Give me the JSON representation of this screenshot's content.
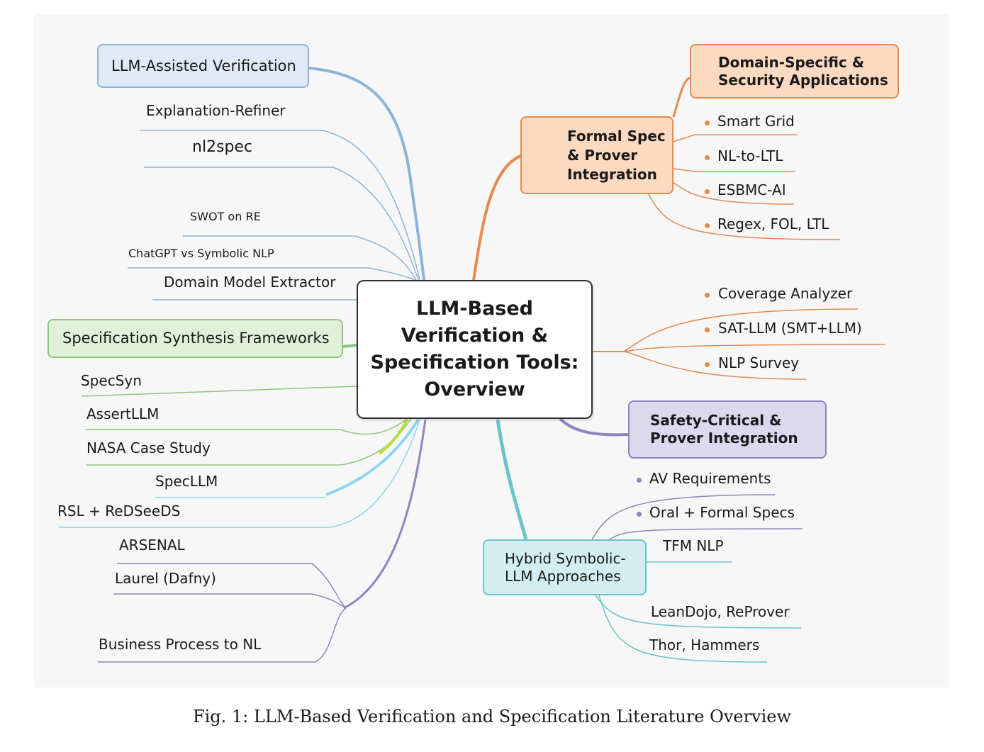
{
  "center": {
    "title": "LLM-Based\nVerification &\nSpecification Tools:\nOverview"
  },
  "categories": {
    "llm_assisted": "LLM-Assisted Verification",
    "spec_synthesis": "Specification Synthesis Frameworks",
    "domain_specific": "Domain-Specific &\nSecurity Applications",
    "formal_spec": "Formal Spec\n& Prover\nIntegration",
    "safety_critical": "Safety-Critical &\nProver Integration",
    "hybrid": "Hybrid Symbolic-\nLLM Approaches"
  },
  "left_items": {
    "explanation_refiner": "Explanation-Refiner",
    "nl2spec": "nl2spec",
    "swot": "SWOT on RE",
    "chatgpt_nlp": "ChatGPT vs Symbolic NLP",
    "domain_model": "Domain Model Extractor",
    "specsyn": "SpecSyn",
    "assertllm": "AssertLLM",
    "nasa": "NASA Case Study",
    "specllm": "SpecLLM",
    "rsl": "RSL + ReDSeeDS",
    "arsenal": "ARSENAL",
    "laurel": "Laurel (Dafny)",
    "business": "Business Process  to  NL"
  },
  "right_items": {
    "smart_grid": "Smart Grid",
    "nl_ltl": "NL-to-LTL",
    "esbmc": "ESBMC-AI",
    "regex": "Regex, FOL, LTL",
    "coverage": "Coverage Analyzer",
    "sat_llm": "SAT-LLM (SMT+LLM)",
    "nlp_survey": "NLP Survey",
    "av_req": "AV Requirements",
    "oral": "Oral +   Formal Specs",
    "tfm": "TFM NLP",
    "leandojo": "LeanDojo, ReProver",
    "thor": "Thor, Hammers"
  },
  "colors": {
    "blue": "#8db4d6",
    "green": "#8cc77e",
    "orange": "#e58a4e",
    "purple": "#8e84bf",
    "teal": "#6cc3c9",
    "lime": "#b7e03a",
    "lightblue": "#8ed6ee"
  },
  "caption": "Fig. 1: LLM-Based Verification and Specification Literature Overview"
}
